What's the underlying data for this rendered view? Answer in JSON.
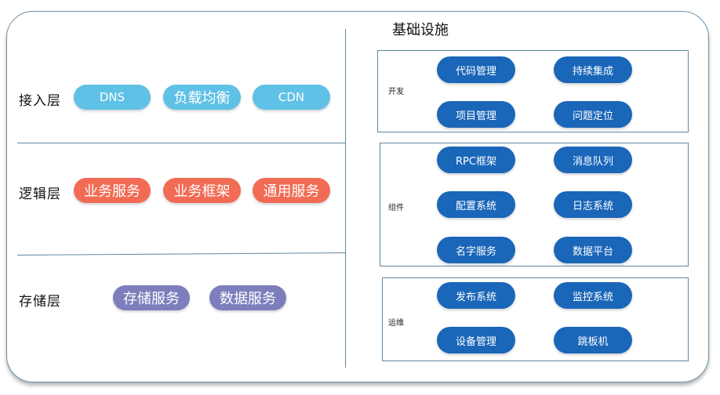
{
  "layers": {
    "access": {
      "label": "接入层",
      "items": [
        "DNS",
        "负载均衡",
        "CDN"
      ]
    },
    "logic": {
      "label": "逻辑层",
      "items": [
        "业务服务",
        "业务框架",
        "通用服务"
      ]
    },
    "storage": {
      "label": "存储层",
      "items": [
        "存储服务",
        "数据服务"
      ]
    }
  },
  "infra": {
    "title": "基础设施",
    "dev": {
      "label": "开发",
      "items": [
        "代码管理",
        "持续集成",
        "项目管理",
        "问题定位"
      ]
    },
    "components": {
      "label": "组件",
      "items": [
        "RPC框架",
        "消息队列",
        "配置系统",
        "日志系统",
        "名字服务",
        "数据平台"
      ]
    },
    "ops": {
      "label": "运维",
      "items": [
        "发布系统",
        "监控系统",
        "设备管理",
        "跳板机"
      ]
    }
  },
  "colors": {
    "access": "#5fc1e6",
    "logic": "#f26b54",
    "storage": "#7c7fbc",
    "infra_button": "#1a66b9",
    "lines": "#5f87a3"
  }
}
